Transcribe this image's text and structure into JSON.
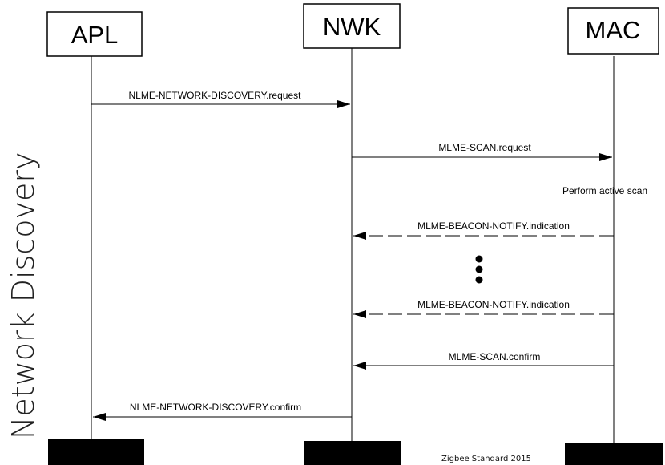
{
  "side_title": "Network Discovery",
  "participants": {
    "apl": "APL",
    "nwk": "NWK",
    "mac": "MAC"
  },
  "messages": [
    {
      "label": "NLME-NETWORK-DISCOVERY.request",
      "from": "apl",
      "to": "nwk",
      "style": "solid"
    },
    {
      "label": "MLME-SCAN.request",
      "from": "nwk",
      "to": "mac",
      "style": "solid"
    },
    {
      "label": "MLME-BEACON-NOTIFY.indication",
      "from": "mac",
      "to": "nwk",
      "style": "dashed"
    },
    {
      "label": "MLME-BEACON-NOTIFY.indication",
      "from": "mac",
      "to": "nwk",
      "style": "dashed"
    },
    {
      "label": "MLME-SCAN.confirm",
      "from": "mac",
      "to": "nwk",
      "style": "solid"
    },
    {
      "label": "NLME-NETWORK-DISCOVERY.confirm",
      "from": "nwk",
      "to": "apl",
      "style": "solid"
    }
  ],
  "note": "Perform active scan",
  "footer": "Zigbee Standard 2015"
}
